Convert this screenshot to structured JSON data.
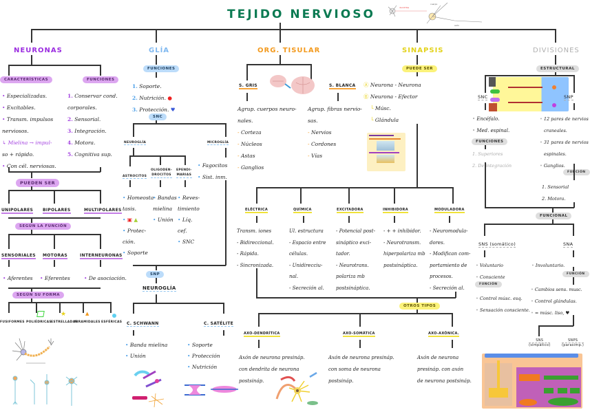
{
  "title": "TEJIDO NERVIOSO",
  "colors": {
    "title": "#0b7a52",
    "neuronas": "#9b2de0",
    "glia": "#7fb8f0",
    "org_tisular": "#f39a1e",
    "sinapsis": "#e3d21a",
    "divisiones": "#b0b0b0"
  },
  "branches": {
    "neuronas": {
      "label": "NEURONAS",
      "caracteristicas": {
        "label": "CARACTERÍSTICAS",
        "items": [
          "Especializadas.",
          "Excitables.",
          "Transm. impulsos",
          "nerviosos.",
          "↳ Mielina → impul-",
          "so + rápido.",
          "Con cél. nerviosas."
        ]
      },
      "funciones": {
        "label": "FUNCIONES",
        "items": [
          {
            "num": "1.",
            "text": "Conservar cond."
          },
          {
            "num": "",
            "text": "corporales."
          },
          {
            "num": "2.",
            "text": "Sensorial."
          },
          {
            "num": "3.",
            "text": "Integración."
          },
          {
            "num": "4.",
            "text": "Motora."
          },
          {
            "num": "5.",
            "text": "Cognitiva sup."
          }
        ]
      },
      "pueden_ser": "PUEDEN SER",
      "tipos_polos": [
        "UNIPOLARES",
        "BIPOLARES",
        "MULTIPOLARES"
      ],
      "segun_funcion": "SEGÚN LA FUNCIÓN",
      "tipos_funcion": [
        "SENSORIALES",
        "MOTORAS",
        "INTERNEURONAS"
      ],
      "funcion_desc": [
        "Aferentes",
        "Eferentes",
        "De asociación."
      ],
      "segun_forma": "SEGÚN SU FORMA",
      "tipos_forma": [
        "FUSIFORMES",
        "POLIÉDRICAS",
        "ESTRELLADAS",
        "PIRAMIDALES",
        "ESFÉRICAS"
      ]
    },
    "glia": {
      "label": "GLÍA",
      "funciones_label": "FUNCIONES",
      "funciones": [
        {
          "num": "1.",
          "text": "Soporte."
        },
        {
          "num": "2.",
          "text": "Nutrición."
        },
        {
          "num": "3.",
          "text": "Protección."
        }
      ],
      "snc_label": "SNC",
      "neuroglia": "NEUROGLÍA",
      "microglia": "MICROGLÍA",
      "microglia_items": [
        "Fagocitos",
        "Sist. inm."
      ],
      "astrocitos": {
        "label": "ASTROCITOS",
        "items": [
          "Homeosta-",
          "tasis.",
          "",
          "Protec-",
          "ción.",
          "Soporte"
        ]
      },
      "oligodendrocitos": {
        "label": "OLIGODEN-\nDROCITOS",
        "label1": "OLIGODEN-",
        "label2": "DROCITOS",
        "items": [
          "Bandas",
          "mielina",
          "Unión"
        ]
      },
      "ependimarias": {
        "label1": "EPENDI-",
        "label2": "MARIAS",
        "items": [
          "Reves-",
          "timiento",
          "Líq.",
          "cef.",
          "SNC"
        ]
      },
      "snp_label": "SNP",
      "neurolemocitos": "NEUROGLÍA",
      "schwann": {
        "label": "C. SCHWANN",
        "items": [
          "Banda mielina",
          "Unión"
        ]
      },
      "satelite": {
        "label": "C. SATÉLITE",
        "items": [
          "Soporte",
          "Protección",
          "Nutrición"
        ]
      }
    },
    "org_tisular": {
      "label": "ORG. TISULAR",
      "sgris": {
        "label": "S. GRIS",
        "intro1": "Agrup. cuerpos neuro-",
        "intro2": "nales.",
        "items": [
          "Corteza",
          "Núcleos",
          "Astas",
          "Ganglios"
        ]
      },
      "sblanca": {
        "label": "S. BLANCA",
        "intro1": "Agrup. fibras nervio-",
        "intro2": "sas.",
        "items": [
          "Nervios",
          "Cordones",
          "Vías"
        ]
      }
    },
    "sinapsis": {
      "label": "SINAPSIS",
      "puede_ser": "PUEDE SER",
      "tipos": [
        "Neurona - Neurona",
        "Neurona - Efector"
      ],
      "efectores": [
        "Músc.",
        "Glándula"
      ],
      "clases": [
        {
          "label": "ELÉCTRICA",
          "lines": [
            "Transm. iones",
            "- Bidireccional.",
            "- Rápida.",
            "- Sincronizada."
          ]
        },
        {
          "label": "QUÍMICA",
          "lines": [
            "Ul. estructura",
            "- Espacio entre",
            "células.",
            "- Unidirecciu-",
            "nal.",
            "- Secreción al."
          ]
        },
        {
          "label": "EXCITADORA",
          "lines": [
            "- Potencial post-",
            "sináptico exci-",
            "tador.",
            "- Neurotrans.",
            "polariza mb",
            "postsináptica."
          ]
        },
        {
          "label": "INHIBIDORA",
          "lines": [
            "- + + inhibidor.",
            "- Neurotransm.",
            "hiperpolariza mb",
            "postsináptica."
          ]
        },
        {
          "label": "MODULADORA",
          "lines": [
            "- Neuromodula-",
            "dores.",
            "- Modifican com-",
            "portamiento de",
            "procesos.",
            "- Secreción al."
          ]
        }
      ],
      "otros_tipos": "OTROS TIPOS",
      "otras": [
        {
          "label": "AXO-DENDRÍTICA",
          "lines": [
            "Axón de neurona presináp.",
            "con dendrita de neurona",
            "postsináp."
          ]
        },
        {
          "label": "AXO-SOMÁTICA",
          "lines": [
            "Axón de neurona presináp.",
            "con soma de neurona",
            "postsináp."
          ]
        },
        {
          "label": "AXO-AXÓNICA.",
          "lines": [
            "Axón de neurona",
            "presináp. con axón",
            "de neurona postsináp."
          ]
        }
      ]
    },
    "divisiones": {
      "label": "DIVISIONES",
      "estructural": "ESTRUCTURAL",
      "snc": {
        "label": "SNC",
        "items": [
          "Encéfalo.",
          "Med. espinal."
        ],
        "funciones_label": "FUNCIONES",
        "funciones": [
          "1. Superiores",
          "2. De integración"
        ]
      },
      "snp": {
        "label": "SNP",
        "items": [
          "12 pares de nervios",
          "craneales.",
          "31 pares de nervios",
          "espinales.",
          "Ganglios."
        ],
        "funcion_label": "FUNCIÓN",
        "funciones": [
          "1. Sensorial",
          "2. Motora."
        ]
      },
      "funcional": "FUNCIONAL",
      "sns": {
        "label": "SNS (somático)",
        "items": [
          "Voluntario",
          "Consciente"
        ],
        "funcion_label": "FUNCIÓN",
        "funciones": [
          "Control músc. esq.",
          "Sensación consciente."
        ]
      },
      "sna": {
        "label": "SNA",
        "items": [
          "Involuntario."
        ],
        "funcion_label": "FUNCIÓN",
        "funciones": [
          "Cambios sens. musc.",
          "Control glándulas.",
          "= músc. liso, ♥"
        ]
      },
      "sna_subs": [
        {
          "label": "SNS",
          "sub": "(simpático)"
        },
        {
          "label": "SNPS",
          "sub": "(parasimp.)"
        }
      ]
    }
  }
}
